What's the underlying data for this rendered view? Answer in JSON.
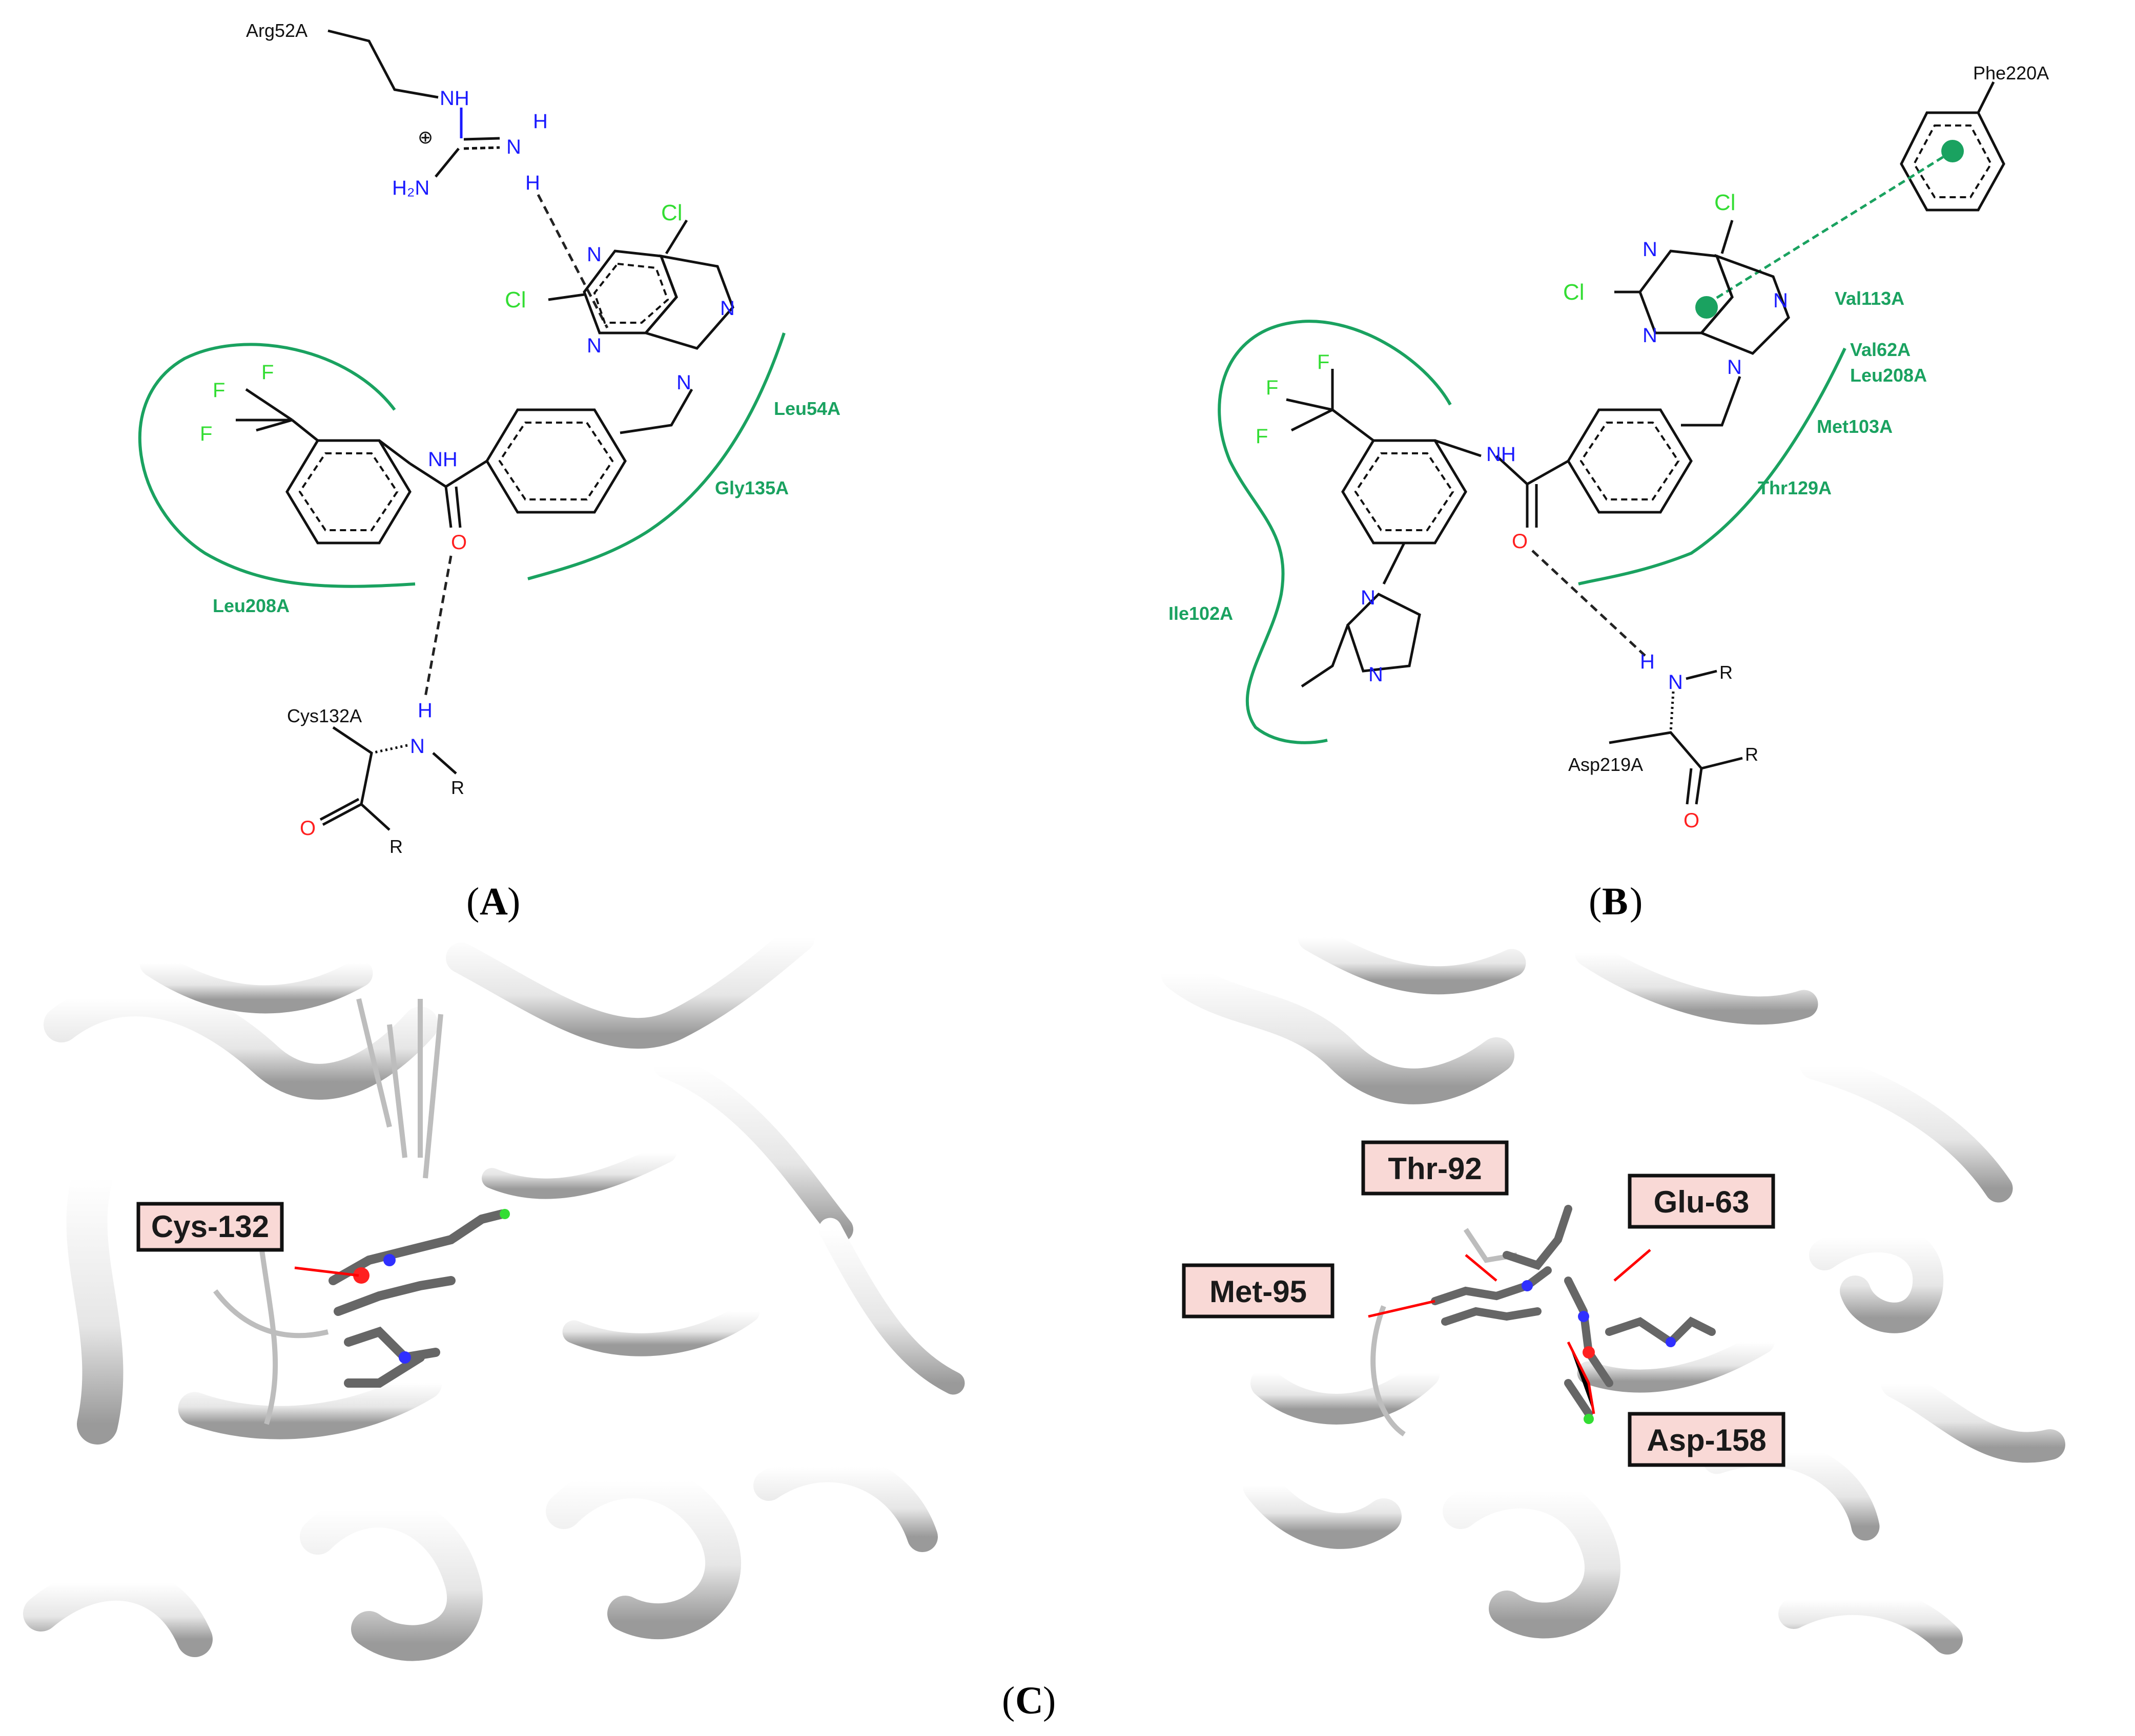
{
  "panels": {
    "A": {
      "label": "A",
      "residues_green": [
        "Leu54A",
        "Gly135A",
        "Leu208A"
      ],
      "residues_black": [
        "Arg52A",
        "Cys132A"
      ],
      "atoms": {
        "NH": "NH",
        "H": "H",
        "N": "N",
        "H2N": "H₂N",
        "Cl": "Cl",
        "F": "F",
        "O": "O",
        "R": "R",
        "plus": "⊕"
      }
    },
    "B": {
      "label": "B",
      "residues_green": [
        "Val113A",
        "Val62A",
        "Leu208A",
        "Met103A",
        "Thr129A",
        "Ile102A"
      ],
      "residues_black": [
        "Phe220A",
        "Asp219A"
      ]
    },
    "C": {
      "label": "C",
      "left_boxes": [
        "Cys-132"
      ],
      "right_boxes": [
        "Thr-92",
        "Glu-63",
        "Met-95",
        "Asp-158"
      ]
    }
  },
  "colors": {
    "interaction_green": "#1aa260",
    "hbond": "#222222",
    "nitrogen": "#1a1aff",
    "oxygen": "#ff2020",
    "halogen": "#33dd33",
    "box_fill": "#f9d9d6",
    "ribbon": "#e8e8e8"
  }
}
